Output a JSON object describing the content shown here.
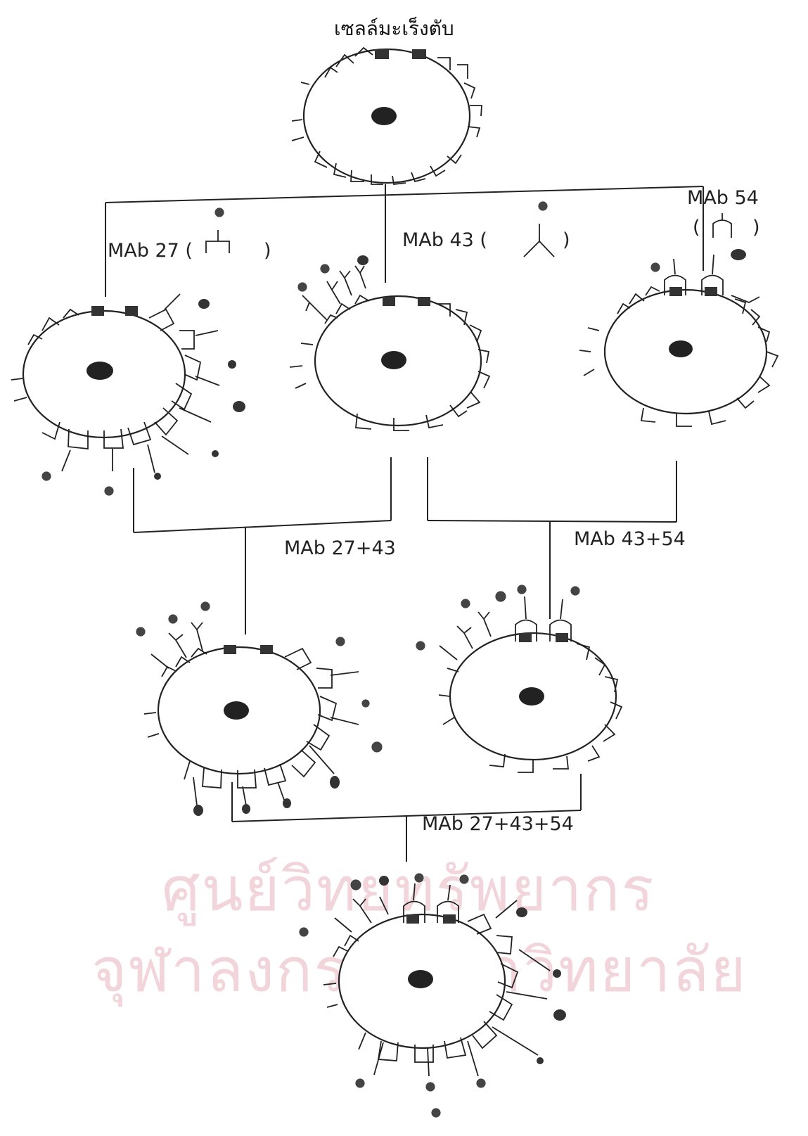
{
  "title": "เซลล์มะเร็งตับ",
  "labels": {
    "mab27": "MAb 27 (",
    "mab27_close": ")",
    "mab43": "MAb 43 (",
    "mab43_close": ")",
    "mab54": "MAb 54",
    "mab54_paren_open": "(",
    "mab54_paren_close": ")",
    "mab27_43": "MAb 27+43",
    "mab43_54": "MAb 43+54",
    "mab27_43_54": "MAb 27+43+54"
  },
  "watermark": {
    "line1": "ศูนย์วิทยทรัพยากร",
    "line2": "จุฬาลงกรณ์มหาวิทยาลัย"
  },
  "colors": {
    "ink": "#222222",
    "watermark": "#e8b4bc",
    "background": "#ffffff"
  }
}
